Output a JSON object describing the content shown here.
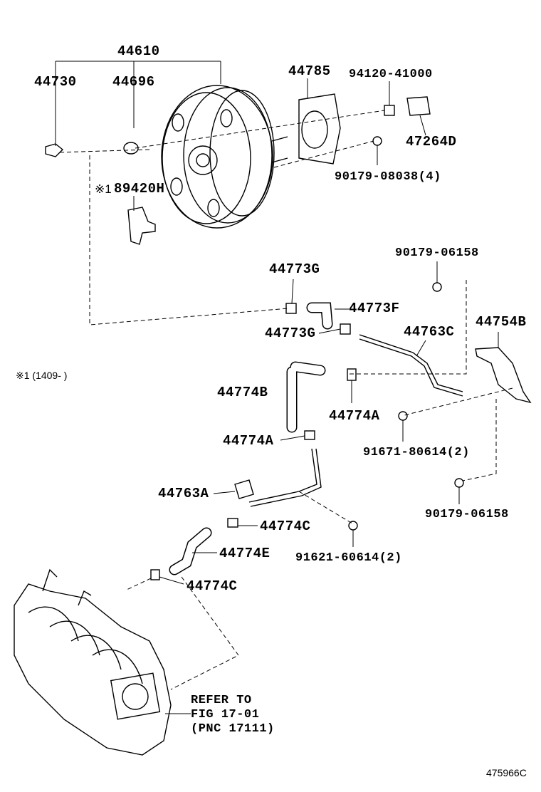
{
  "labels": {
    "p44610": "44610",
    "p44730": "44730",
    "p44696": "44696",
    "p44785": "44785",
    "p94120": "94120-41000",
    "p47264D": "47264D",
    "p90179_08038": "90179-08038(4)",
    "p89420H": "89420H",
    "p89420H_mark": "※1",
    "p90179_06158_top": "90179-06158",
    "p44773G_top": "44773G",
    "p44773F": "44773F",
    "p44773G_mid": "44773G",
    "p44763C": "44763C",
    "p44754B": "44754B",
    "p44774B": "44774B",
    "p44774A_right": "44774A",
    "p44774A_left": "44774A",
    "p91671": "91671-80614(2)",
    "p44763A": "44763A",
    "p44774C_top": "44774C",
    "p90179_06158_bottom": "90179-06158",
    "p44774E": "44774E",
    "p91621": "91621-60614(2)",
    "p44774C_bottom": "44774C",
    "refer_line1": "REFER TO",
    "refer_line2": "FIG 17-01",
    "refer_line3": "(PNC 17111)"
  },
  "note": "※1 (1409-     )",
  "illustration_id": "475966C"
}
